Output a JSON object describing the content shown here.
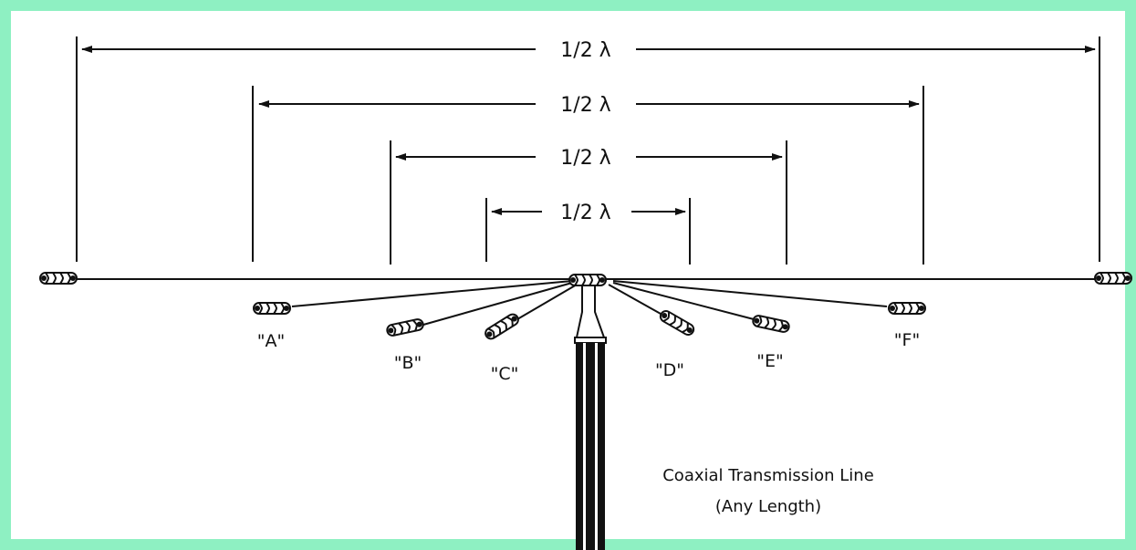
{
  "diagram": {
    "colors": {
      "border": "#8ef0c2",
      "background": "#ffffff",
      "ink": "#111111"
    },
    "dimension_label": "1/2 λ",
    "dimensions": [
      {
        "id": "outer",
        "label": "1/2 λ"
      },
      {
        "id": "second",
        "label": "1/2 λ"
      },
      {
        "id": "third",
        "label": "1/2 λ"
      },
      {
        "id": "inner",
        "label": "1/2 λ"
      }
    ],
    "insulators": [
      {
        "id": "A",
        "label": "\"A\""
      },
      {
        "id": "B",
        "label": "\"B\""
      },
      {
        "id": "C",
        "label": "\"C\""
      },
      {
        "id": "D",
        "label": "\"D\""
      },
      {
        "id": "E",
        "label": "\"E\""
      },
      {
        "id": "F",
        "label": "\"F\""
      }
    ],
    "transmission_line": {
      "line1": "Coaxial Transmission Line",
      "line2": "(Any Length)"
    }
  }
}
